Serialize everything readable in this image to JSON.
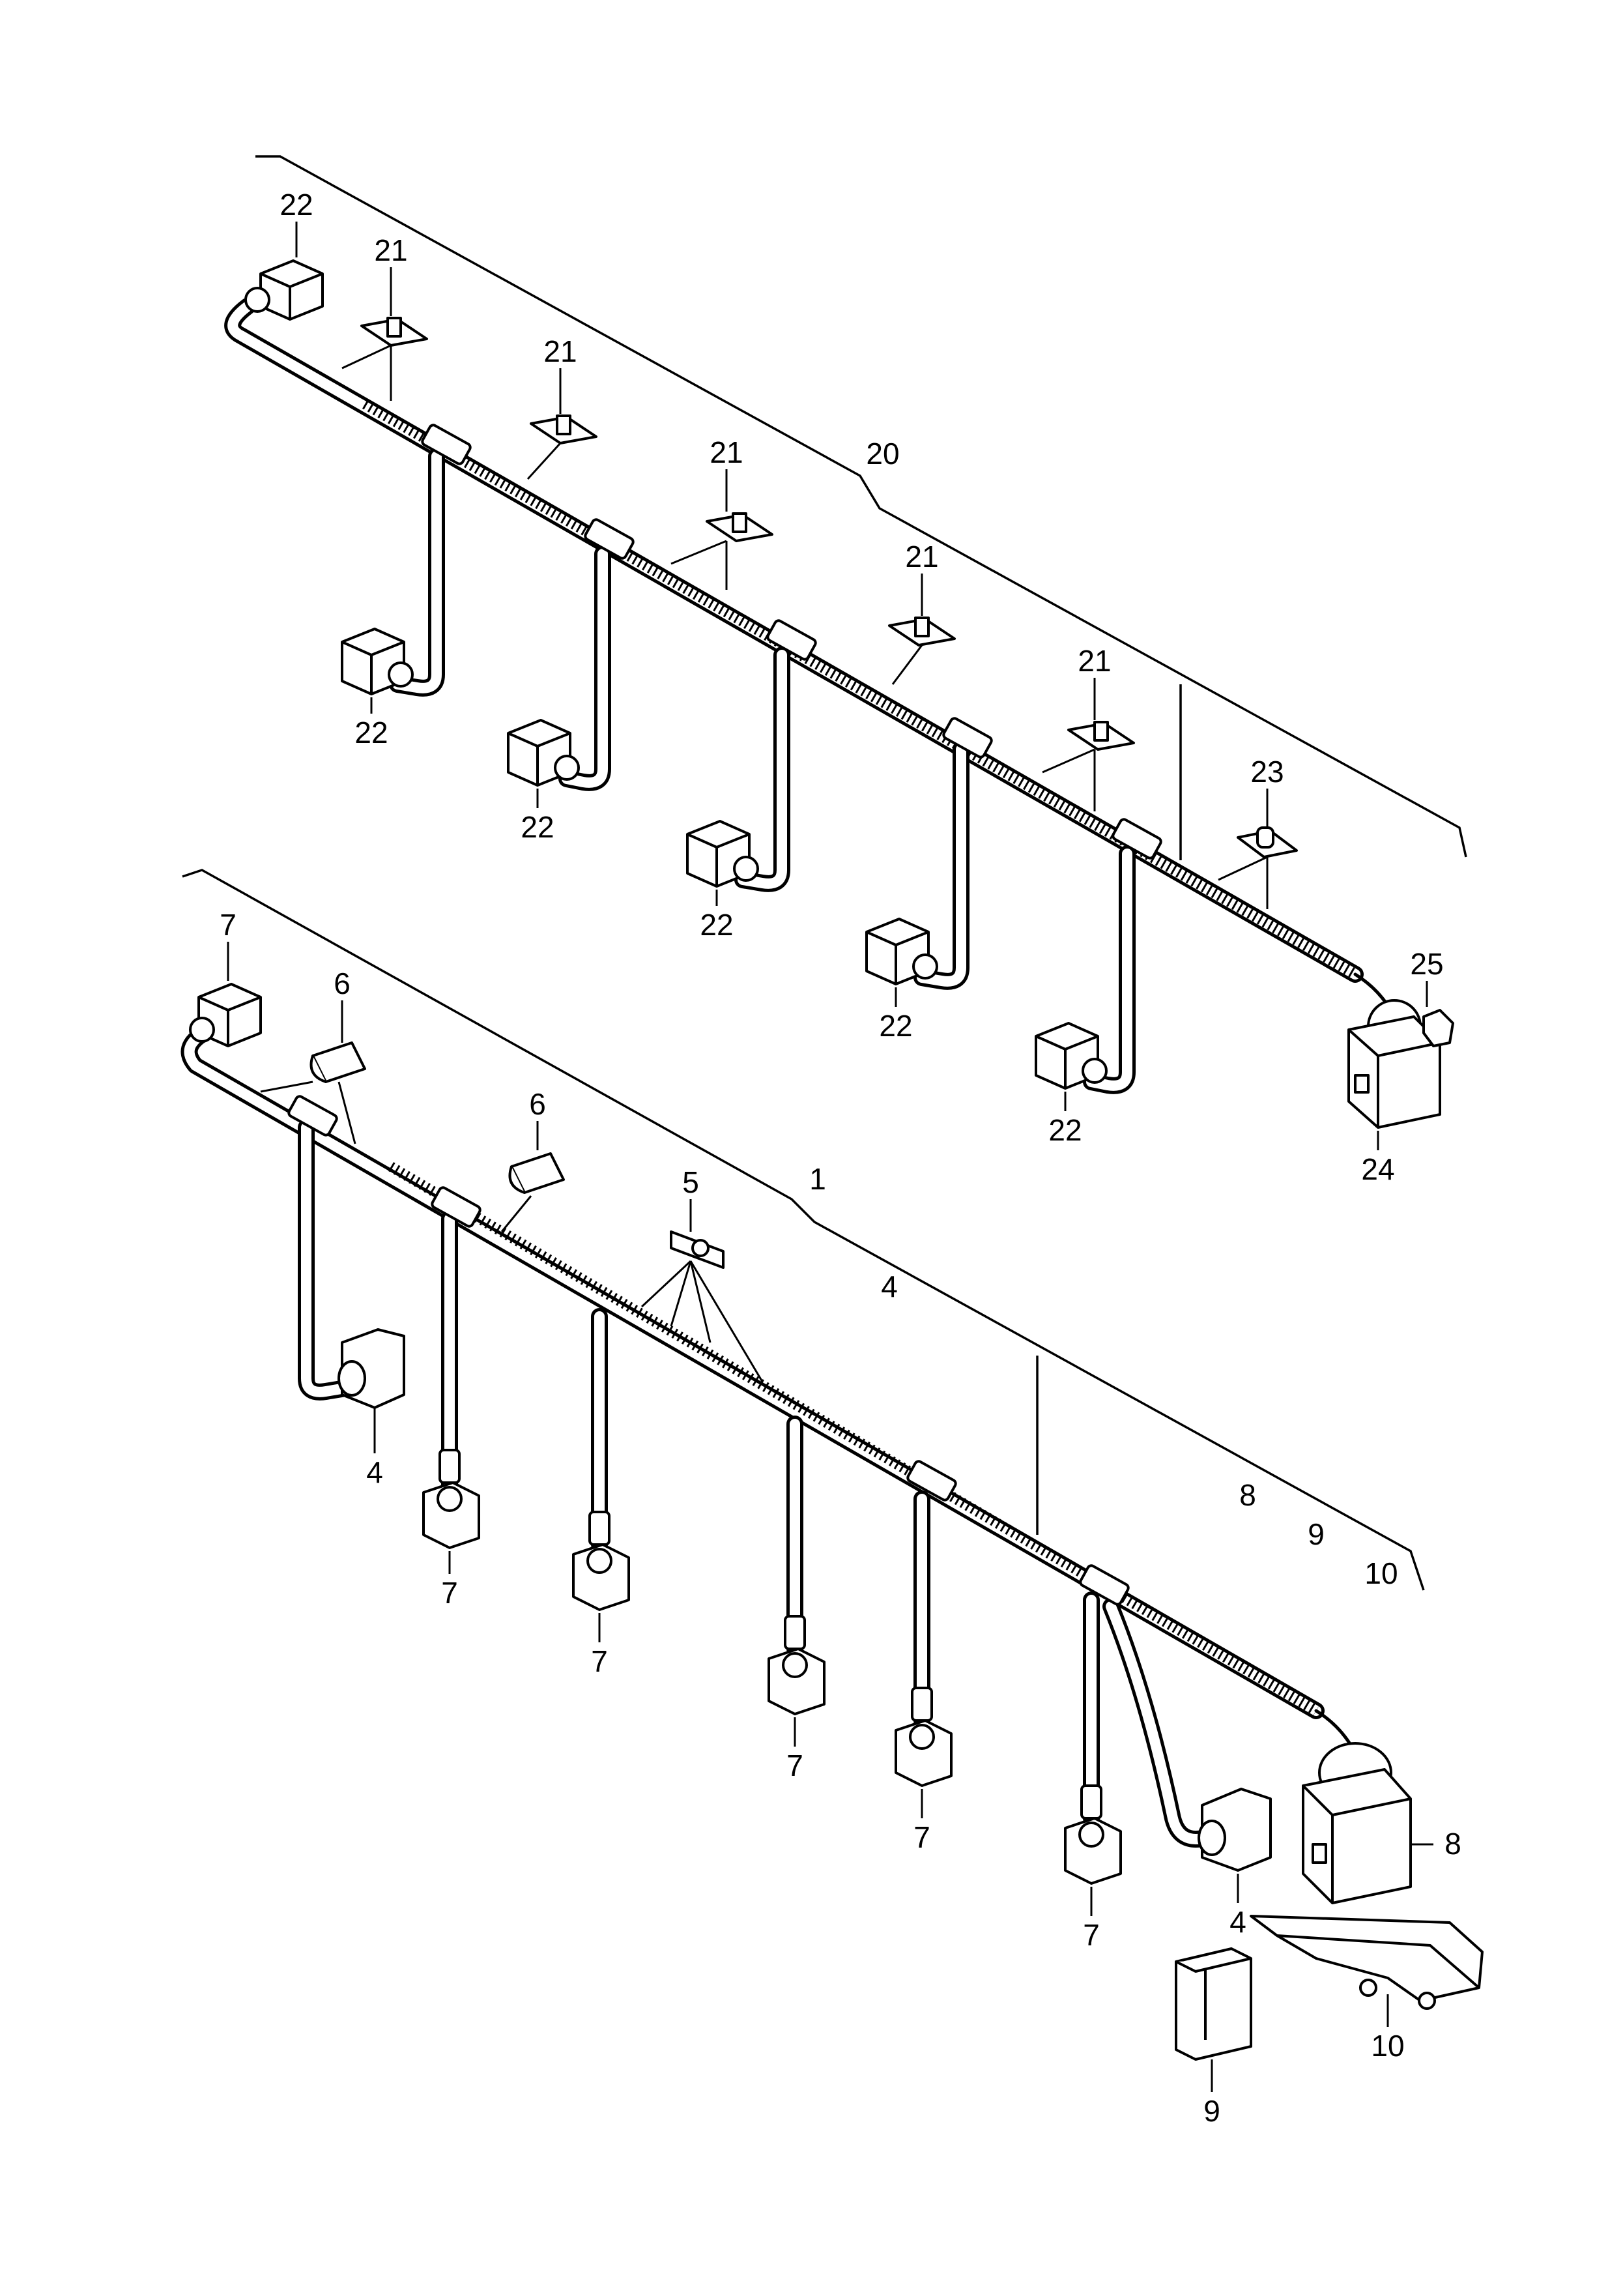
{
  "callouts": {
    "c1": "1",
    "c4": "4",
    "c5": "5",
    "c6": "6",
    "c7": "7",
    "c8": "8",
    "c9": "9",
    "c10": "10",
    "c20": "20",
    "c21": "21",
    "c22": "22",
    "c23": "23",
    "c24": "24",
    "c25": "25"
  },
  "icons": [
    "connector-icon",
    "clip-icon",
    "bracket-icon",
    "holder-icon",
    "plug-icon"
  ]
}
